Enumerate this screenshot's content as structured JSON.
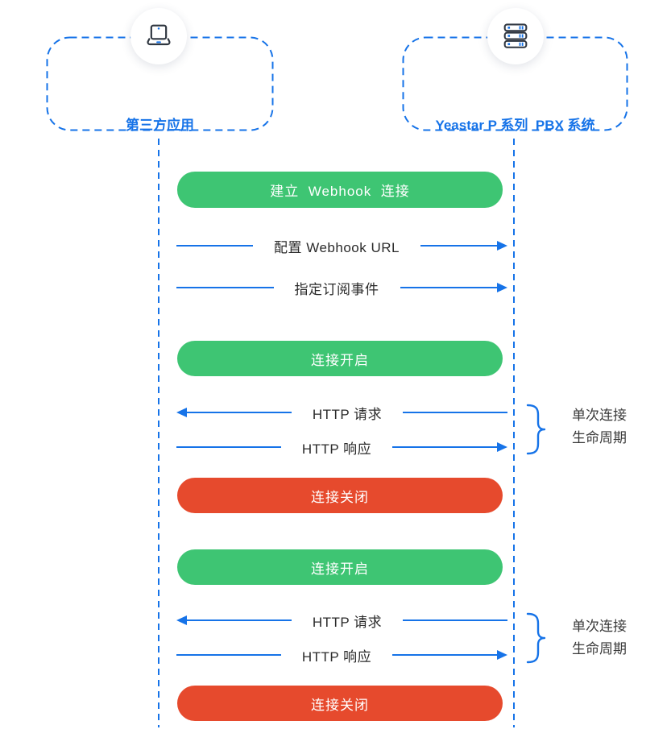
{
  "palette": {
    "blue": "#1673e8",
    "green": "#3ec573",
    "red": "#e64a2d",
    "text_dark": "#2b2b2b",
    "icon_dark": "#2f3640"
  },
  "actors": {
    "left": {
      "label": "第三方应用",
      "icon": "laptop-icon"
    },
    "right": {
      "label": "Yeastar P 系列  PBX 系统",
      "icon": "server-icon"
    }
  },
  "flow": {
    "steps": [
      {
        "type": "status",
        "variant": "green",
        "label": "建立  Webhook  连接"
      },
      {
        "type": "message",
        "direction": "right",
        "label": "配置 Webhook URL"
      },
      {
        "type": "message",
        "direction": "right",
        "label": "指定订阅事件"
      },
      {
        "type": "status",
        "variant": "green",
        "label": "连接开启"
      },
      {
        "type": "message",
        "direction": "left",
        "label": "HTTP 请求"
      },
      {
        "type": "message",
        "direction": "right",
        "label": "HTTP 响应"
      },
      {
        "type": "status",
        "variant": "red",
        "label": "连接关闭"
      },
      {
        "type": "status",
        "variant": "green",
        "label": "连接开启"
      },
      {
        "type": "message",
        "direction": "left",
        "label": "HTTP 请求"
      },
      {
        "type": "message",
        "direction": "right",
        "label": "HTTP 响应"
      },
      {
        "type": "status",
        "variant": "red",
        "label": "连接关闭"
      }
    ]
  },
  "annotations": [
    {
      "line1": "单次连接",
      "line2": "生命周期"
    },
    {
      "line1": "单次连接",
      "line2": "生命周期"
    }
  ]
}
